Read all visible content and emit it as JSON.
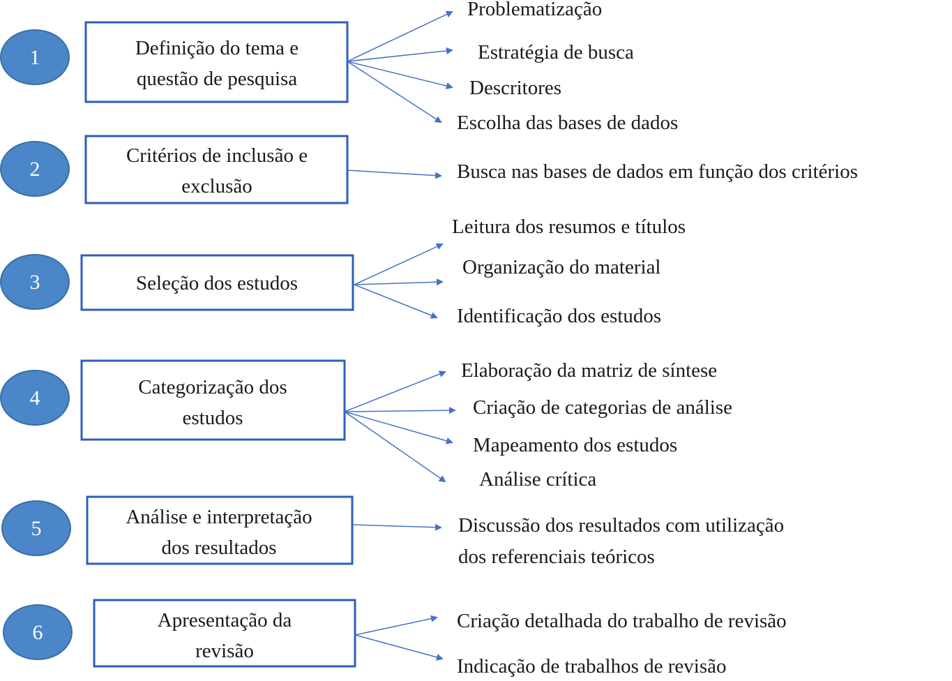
{
  "steps": [
    {
      "number": "1",
      "box_lines": [
        "Definição do tema e",
        "questão de pesquisa"
      ],
      "outcomes": [
        "Problematização",
        "Estratégia de busca",
        "Descritores",
        "Escolha das bases de dados"
      ]
    },
    {
      "number": "2",
      "box_lines": [
        "Critérios de inclusão e",
        "exclusão"
      ],
      "outcomes": [
        "Busca nas bases de dados em função dos critérios"
      ]
    },
    {
      "number": "3",
      "box_lines": [
        "Seleção dos estudos"
      ],
      "outcomes": [
        "Leitura dos resumos e títulos",
        "Organização do material",
        "Identificação dos estudos"
      ]
    },
    {
      "number": "4",
      "box_lines": [
        "Categorização dos",
        "estudos"
      ],
      "outcomes": [
        "Elaboração da matriz de síntese",
        "Criação de categorias de análise",
        "Mapeamento dos estudos",
        "Análise crítica"
      ]
    },
    {
      "number": "5",
      "box_lines": [
        "Análise  e interpretação",
        "dos resultados"
      ],
      "outcomes": [
        "Discussão dos resultados com utilização",
        "dos referenciais teóricos"
      ]
    },
    {
      "number": "6",
      "box_lines": [
        "Apresentação da",
        "revisão"
      ],
      "outcomes": [
        "Criação detalhada do trabalho de revisão",
        "Indicação de trabalhos de revisão"
      ]
    }
  ],
  "colors": {
    "circle": "#4a86c8",
    "box_border": "#2e5dbf",
    "arrow": "#4472c4"
  }
}
